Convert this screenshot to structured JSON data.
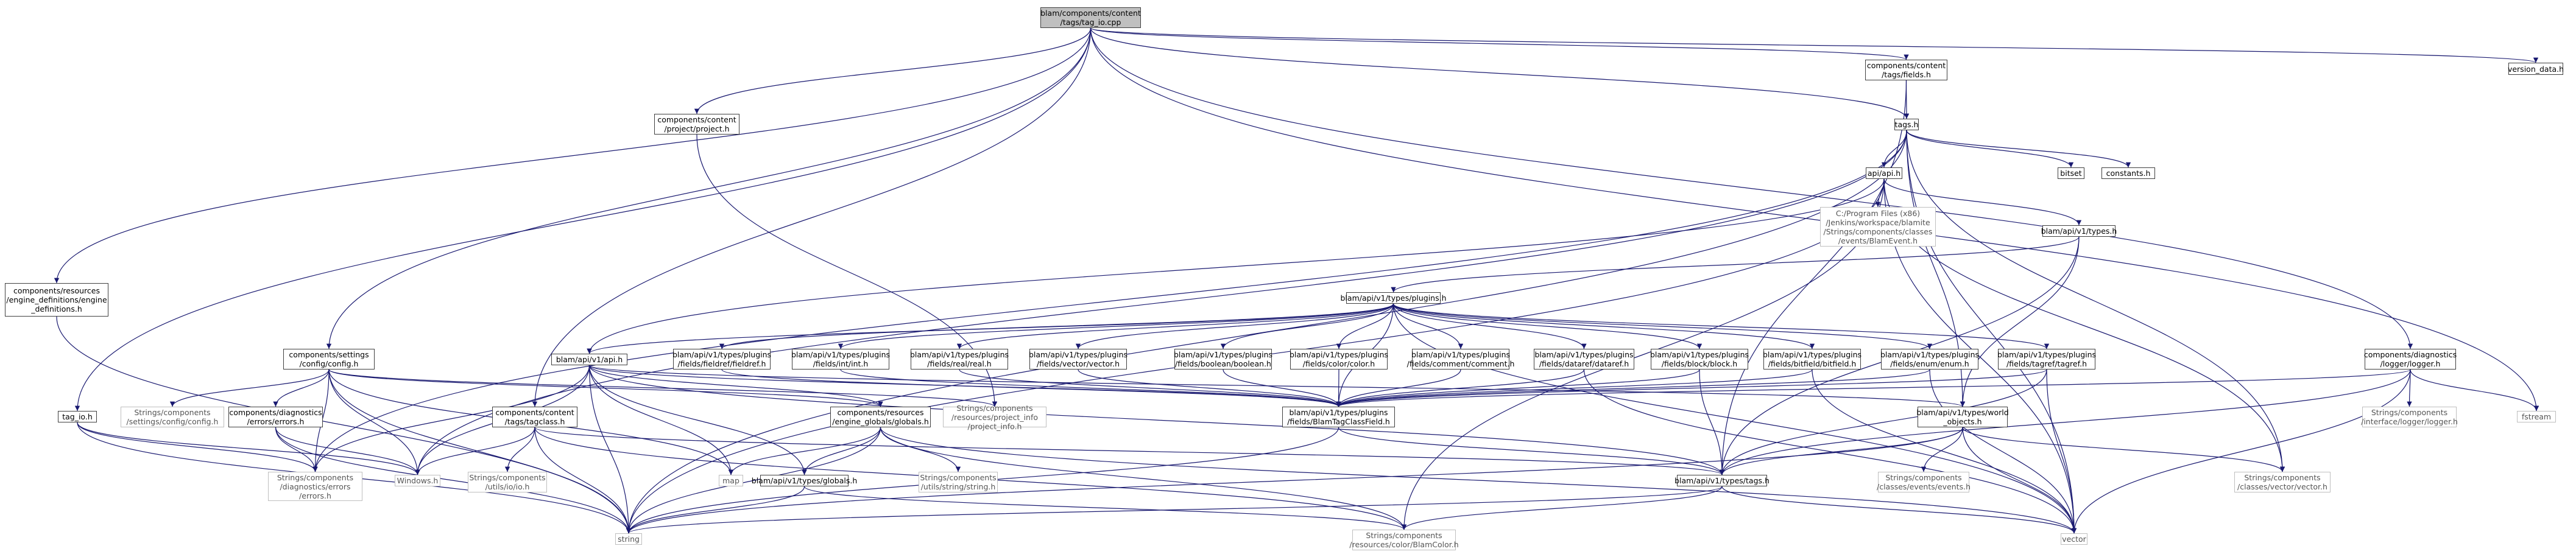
{
  "nodes": {
    "root": "blam/components/content\n/tags/tag_io.cpp",
    "fields_h": "components/content\n/tags/fields.h",
    "version_data": "version_data.h",
    "project_h": "components/content\n/project/project.h",
    "tags_h": "tags.h",
    "api_h": "api/api.h",
    "bitset": "bitset",
    "constants_h": "constants.h",
    "blam_event": "C:/Program Files (x86)\n/Jenkins/workspace/blamite\n/Strings/components/classes\n/events/BlamEvent.h",
    "engine_defs": "components/resources\n/engine_definitions/engine\n_definitions.h",
    "types_h": "blam/api/v1/types.h",
    "plugins_h": "blam/api/v1/types/plugins.h",
    "config_h": "components/settings\n/config/config.h",
    "api_tags_h": "blam/api/v1/api.h",
    "fieldref": "blam/api/v1/types/plugins\n/fields/fieldref/fieldref.h",
    "int_h": "blam/api/v1/types/plugins\n/fields/int/int.h",
    "real_h": "blam/api/v1/types/plugins\n/fields/real/real.h",
    "vector_h": "blam/api/v1/types/plugins\n/fields/vector/vector.h",
    "boolean_h": "blam/api/v1/types/plugins\n/fields/boolean/boolean.h",
    "color_h": "blam/api/v1/types/plugins\n/fields/color/color.h",
    "comment_h": "blam/api/v1/types/plugins\n/fields/comment/comment.h",
    "datarefdata": "blam/api/v1/types/plugins\n/fields/dataref/dataref.h",
    "block_h": "blam/api/v1/types/plugins\n/fields/block/block.h",
    "bitfield_h": "blam/api/v1/types/plugins\n/fields/bitfield/bitfield.h",
    "enum_h": "blam/api/v1/types/plugins\n/fields/enum/enum.h",
    "tagref_h": "blam/api/v1/types/plugins\n/fields/tagref/tagref.h",
    "logger_h": "components/diagnostics\n/logger/logger.h",
    "config_str": "Strings/components\n/settings/config/config.h",
    "errors_h": "components/diagnostics\n/errors/errors.h",
    "engine_globals": "components/resources\n/engine_globals/globals.h",
    "project_info": "Strings/components\n/resources/project_info\n/project_info.h",
    "blam_tag_class_field": "blam/api/v1/types/plugins\n/fields/BlamTagClassField.h",
    "world_objects": "blam/api/v1/types/world\n_objects.h",
    "logger_str": "Strings/components\n/interface/logger/logger.h",
    "fstream": "fstream",
    "tag_io_h": "tag_io.h",
    "tagclass_h": "components/content\n/tags/tagclass.h",
    "windows_h": "Windows.h",
    "map": "map",
    "globals_h": "blam/api/v1/types/globals.h",
    "string_str": "Strings/components\n/utils/string/string.h",
    "tags_types_h": "blam/api/v1/types/tags.h",
    "events_str": "Strings/components\n/classes/events/events.h",
    "vector_str": "Strings/components\n/classes/vector/vector.h",
    "io_str": "Strings/components\n/utils/io/io.h",
    "errors_str": "Strings/components\n/diagnostics/errors\n/errors.h",
    "string": "string",
    "blam_color": "Strings/components\n/resources/color/BlamColor.h",
    "vector": "vector"
  },
  "colors": {
    "edge": "#191970",
    "border": "#404040",
    "root_fill": "#bfbfbf",
    "ext_border": "#bfbfbf"
  }
}
